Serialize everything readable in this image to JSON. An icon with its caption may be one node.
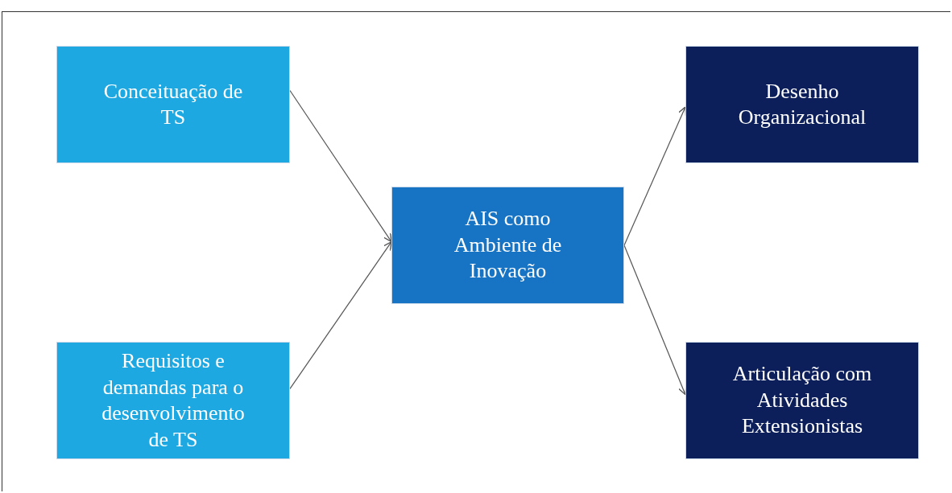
{
  "diagram": {
    "nodes": [
      {
        "text": [
          "Conceituação de TS"
        ]
      },
      {
        "text": [
          "Requisitos e demandas para o desenvolvimento de TS"
        ]
      },
      {
        "text": [
          "AIS como Ambiente de Inovação"
        ]
      },
      {
        "text": [
          "Desenho Organizacional"
        ]
      },
      {
        "text": [
          "Articulação com Atividades Extensionistas"
        ]
      }
    ],
    "edges": [
      {
        "from": 0,
        "to": 2,
        "arrow": "to"
      },
      {
        "from": 1,
        "to": 2,
        "arrow": "to"
      },
      {
        "from": 2,
        "to": 3,
        "arrow": "to"
      },
      {
        "from": 2,
        "to": 4,
        "arrow": "to"
      }
    ]
  }
}
